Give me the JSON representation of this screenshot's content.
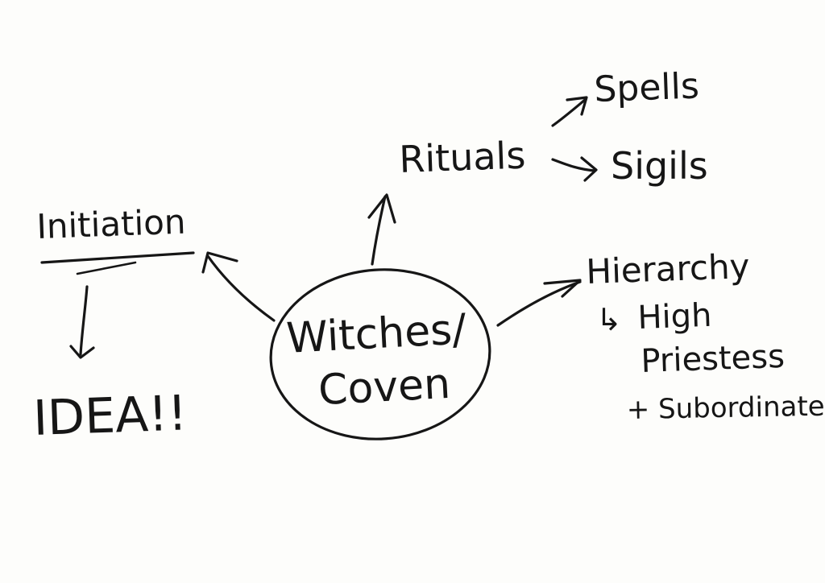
{
  "center": {
    "line1": "Witches/",
    "line2": "Coven"
  },
  "rituals": {
    "label": "Rituals",
    "children": [
      "Spells",
      "Sigils"
    ]
  },
  "initiation": {
    "label": "Initiation",
    "result": "IDEA!!"
  },
  "hierarchy": {
    "label": "Hierarchy",
    "arrow_glyph": "↳",
    "line1": "High",
    "line2": "Priestess",
    "line3": "+ Subordinates"
  },
  "ink_color": "#161616",
  "paper_color": "#fdfdfb"
}
